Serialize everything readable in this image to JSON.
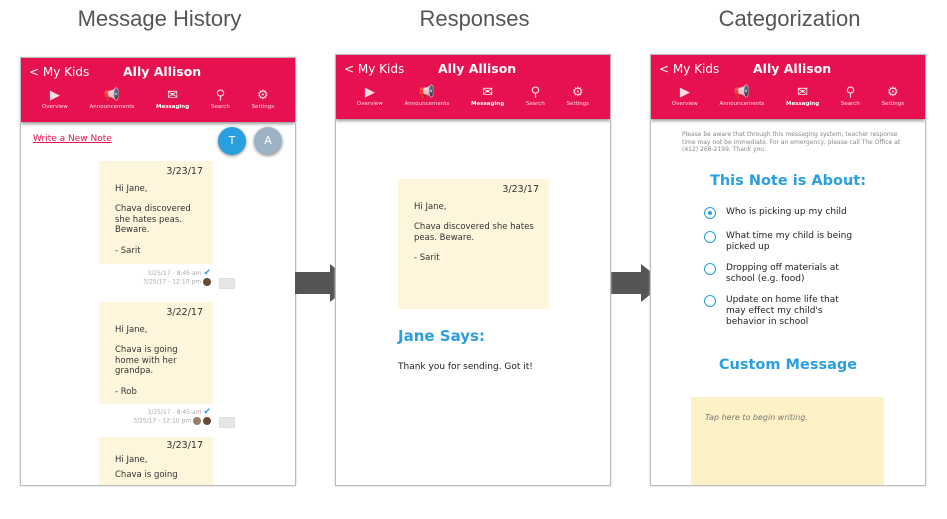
{
  "titles": [
    "Message History",
    "Responses",
    "Categorization"
  ],
  "header": {
    "back": "< My Kids",
    "child": "Ally Allison",
    "nav": [
      "Overview",
      "Announcements",
      "Messaging",
      "Search",
      "Settings"
    ],
    "active": "Messaging"
  },
  "history": {
    "write_link": "Write a New Note",
    "avatars": [
      "T",
      "A"
    ],
    "notes": [
      {
        "date": "3/23/17",
        "greeting": "Hi Jane,",
        "body": "Chava discovered she hates peas. Beware.",
        "sign": "- Sarit",
        "read": "3/25/17 - 8:45 am",
        "sent": "3/25/17 - 12:10 pm"
      },
      {
        "date": "3/22/17",
        "greeting": "Hi Jane,",
        "body": "Chava is going home with her grandpa.",
        "sign": "- Rob",
        "read": "3/25/17 - 8:45 am",
        "sent": "3/25/17 - 12:10 pm"
      },
      {
        "date": "3/23/17",
        "greeting": "Hi Jane,",
        "body": "Chava is going"
      }
    ]
  },
  "responses": {
    "note": {
      "date": "3/23/17",
      "greeting": "Hi Jane,",
      "body": "Chava discovered she hates peas. Beware.",
      "sign": "- Sarit"
    },
    "reply_heading": "Jane Says:",
    "reply": "Thank you for sending.  Got it!"
  },
  "categorization": {
    "disclaimer": "Please be aware that through this messaging system, teacher response time may not be immediate. For an emergency, please call The Office at (412) 268-2199. Thank you.",
    "heading": "This Note is About:",
    "options": [
      "Who is picking up my child",
      "What time my child is being picked up",
      "Dropping off materials at school (e.g. food)",
      "Update on home life that may effect my child's behavior in school"
    ],
    "selected": 0,
    "custom_heading": "Custom Message",
    "placeholder": "Tap here to begin writing."
  },
  "colors": {
    "header": "#e8114f",
    "accent": "#2a9fe0",
    "note": "#fdf6dc"
  }
}
